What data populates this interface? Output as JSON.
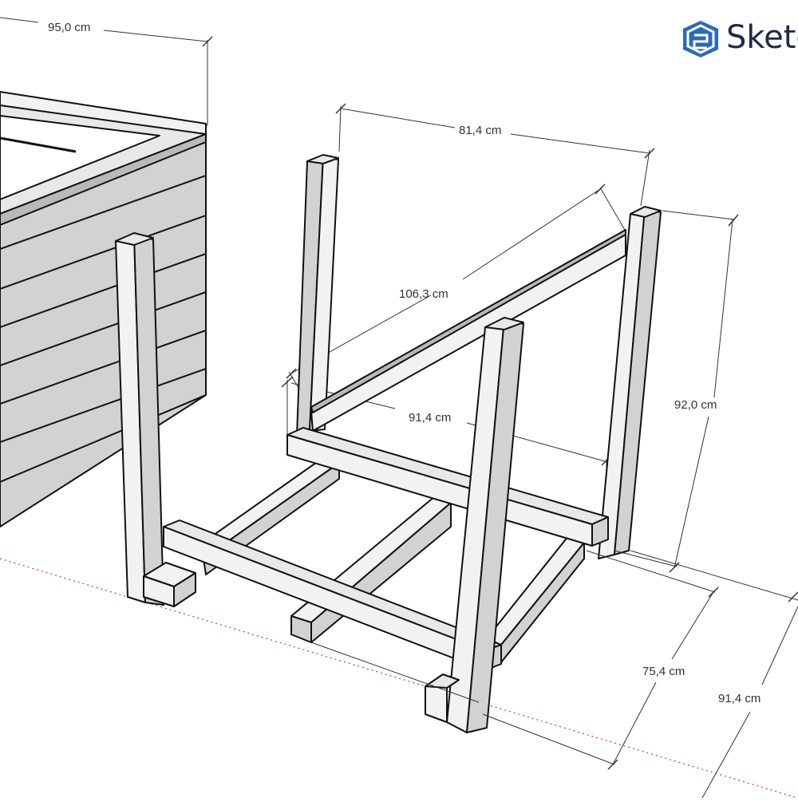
{
  "brand": {
    "name": "Sketc",
    "color": "#2a6bb3",
    "icon": "sketchup-logo-icon"
  },
  "dimensions": [
    {
      "id": "top-left-width",
      "label": "95,0 cm"
    },
    {
      "id": "back-width",
      "label": "81,4 cm"
    },
    {
      "id": "diagonal",
      "label": "106,3 cm"
    },
    {
      "id": "inner-depth",
      "label": "91,4 cm"
    },
    {
      "id": "height",
      "label": "92,0 cm"
    },
    {
      "id": "base-depth",
      "label": "75,4 cm"
    },
    {
      "id": "outer-depth",
      "label": "91,4 cm"
    }
  ]
}
